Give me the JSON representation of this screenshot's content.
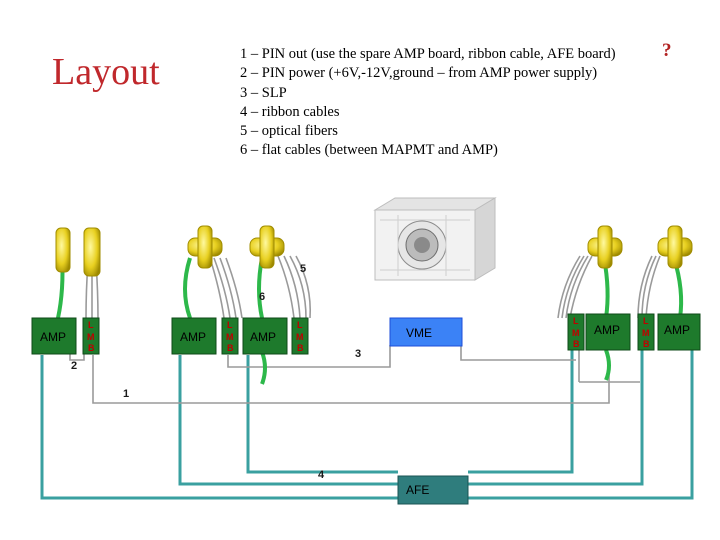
{
  "title": "Layout",
  "legend": {
    "items": [
      "1 – PIN out (use the spare AMP board, ribbon cable, AFE board)",
      "2 – PIN power (+6V,-12V,ground – from AMP power supply)",
      "3 – SLP",
      "4 – ribbon cables",
      "5 – optical fibers",
      "6 – flat cables (between MAPMT and AMP)"
    ],
    "question_mark": "?"
  },
  "boxes": {
    "amp": "AMP",
    "lmb": [
      "L",
      "M",
      "B"
    ],
    "vme": "VME",
    "afe": "AFE"
  },
  "numbers": {
    "n1": "1",
    "n2": "2",
    "n3": "3",
    "n4": "4",
    "n5": "5",
    "n6": "6"
  },
  "colors": {
    "amp_green": "#1e7a2c",
    "vme_blue": "#3b82f6",
    "afe_teal": "#2f7d7d",
    "cable_teal": "#3aa0a0",
    "fiber_green": "#2db84a",
    "fiber_grey": "#9a9a9a",
    "mapmt_yellow": "#e6d21a",
    "lmb_red": "#c00000",
    "title_red": "#c0282c"
  }
}
